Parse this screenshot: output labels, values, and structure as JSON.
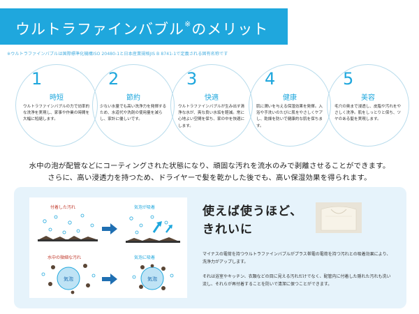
{
  "banner": {
    "title": "ウルトラファインバブル",
    "title_mark": "※",
    "title_suffix": "のメリット"
  },
  "note": "※ウルトラファインバブルは国際標準化機構ISO 20480-1と日本産業規格JIS B 8741-1で定義される固有名称です",
  "merits": [
    {
      "num": "1",
      "title": "時短",
      "desc": "ウルトラファインバブルの力で効率的な洗浄を実現し、家事や作業の時間を大幅に短縮します。"
    },
    {
      "num": "2",
      "title": "節約",
      "desc": "少ない水量でも高い洗浄力を発揮するため、水道代や洗剤の使用量を減らし、家計に優しいです。"
    },
    {
      "num": "3",
      "title": "快適",
      "desc": "ウルトラファインバブルが生み出す清浄な水が、爽な良い水垢を軽減。常に心地よい空間を保ち、家の中を快適にします。"
    },
    {
      "num": "4",
      "title": "健康",
      "desc": "肌に潤いを与える保湿効果を発揮。入浴や手洗いのたびに肌をやさしくケアし、乾燥を防いで健康的な肌を保ちます。"
    },
    {
      "num": "5",
      "title": "美容",
      "desc": "毛穴の奥まで浸透し、皮脂や汚れをやさしく洗浄。肌をしっとりと保ち、ツヤのある髪を実現します。"
    }
  ],
  "lead": [
    "水中の泡が配管などにコーティングされた状態になり、頑固な汚れを流水のみで剥離させることができます。",
    "さらに、高い浸透力を持つため、ドライヤーで髪を乾かした後でも、高い保湿効果を得られます。"
  ],
  "diagram": {
    "label_dirt": "付着した汚れ",
    "label_adsorb": "気泡が吸着",
    "label_fine_dirt": "水中の微細な汚れ",
    "label_bubble_adsorb": "気泡に吸着",
    "bubble_text": "気泡",
    "accent": "#1fa7dd"
  },
  "section": {
    "title_line1": "使えば使うほど、",
    "title_line2": "きれいに",
    "para1": "マイナスの電荷を持つウルトラファインバブルがプラス帯電の電荷を持つ汚れとの吸着効果により、洗浄力がアップします。",
    "para2": "それは浴室やキッチン、衣類などの目に見える汚れだけでなく、配管内に付着した隠れた汚れも洗い流し、それらが再付着することを防いで清潔に保つことができます。"
  },
  "colors": {
    "primary": "#1fa7dd",
    "panel": "#e6f3fb",
    "circle_border": "#b9dcec",
    "text": "#333333"
  }
}
